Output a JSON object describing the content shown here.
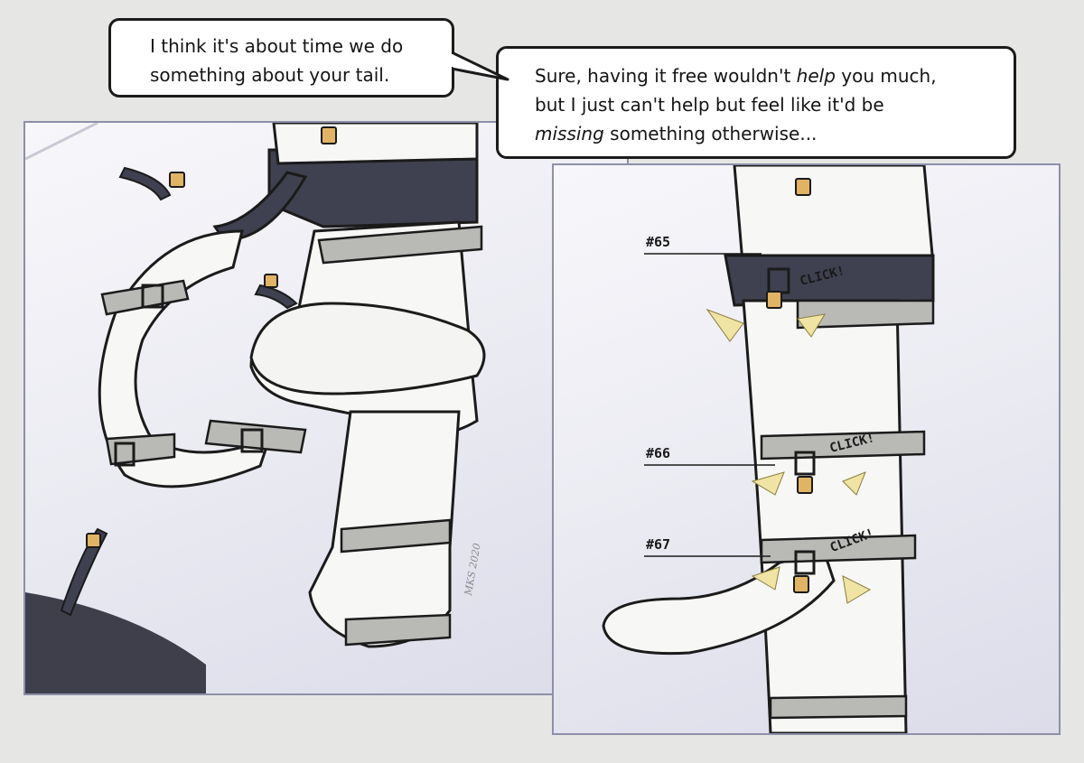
{
  "bubbles": {
    "left": {
      "line1": "I think it's about time we do",
      "line2": "something about your tail."
    },
    "right": {
      "line1": "Sure, having it free wouldn't ",
      "line1_em": "help",
      "line1_end": " you much,",
      "line2": "but I just can't help but feel like it'd be",
      "line3_em": "missing",
      "line3_end": " something otherwise..."
    }
  },
  "callouts": {
    "strap65": "#65",
    "strap66": "#66",
    "strap67": "#67"
  },
  "sfx": {
    "click1": "CLICK!",
    "click2": "CLICK!",
    "click3": "CLICK!"
  },
  "colors": {
    "suit": "#f7f7f5",
    "strap": "#b9b9b6",
    "shorts": "#3f4150",
    "lock": "#e1b365",
    "panel_border": "#8e8fa8",
    "burst": "#f0e4a5"
  }
}
